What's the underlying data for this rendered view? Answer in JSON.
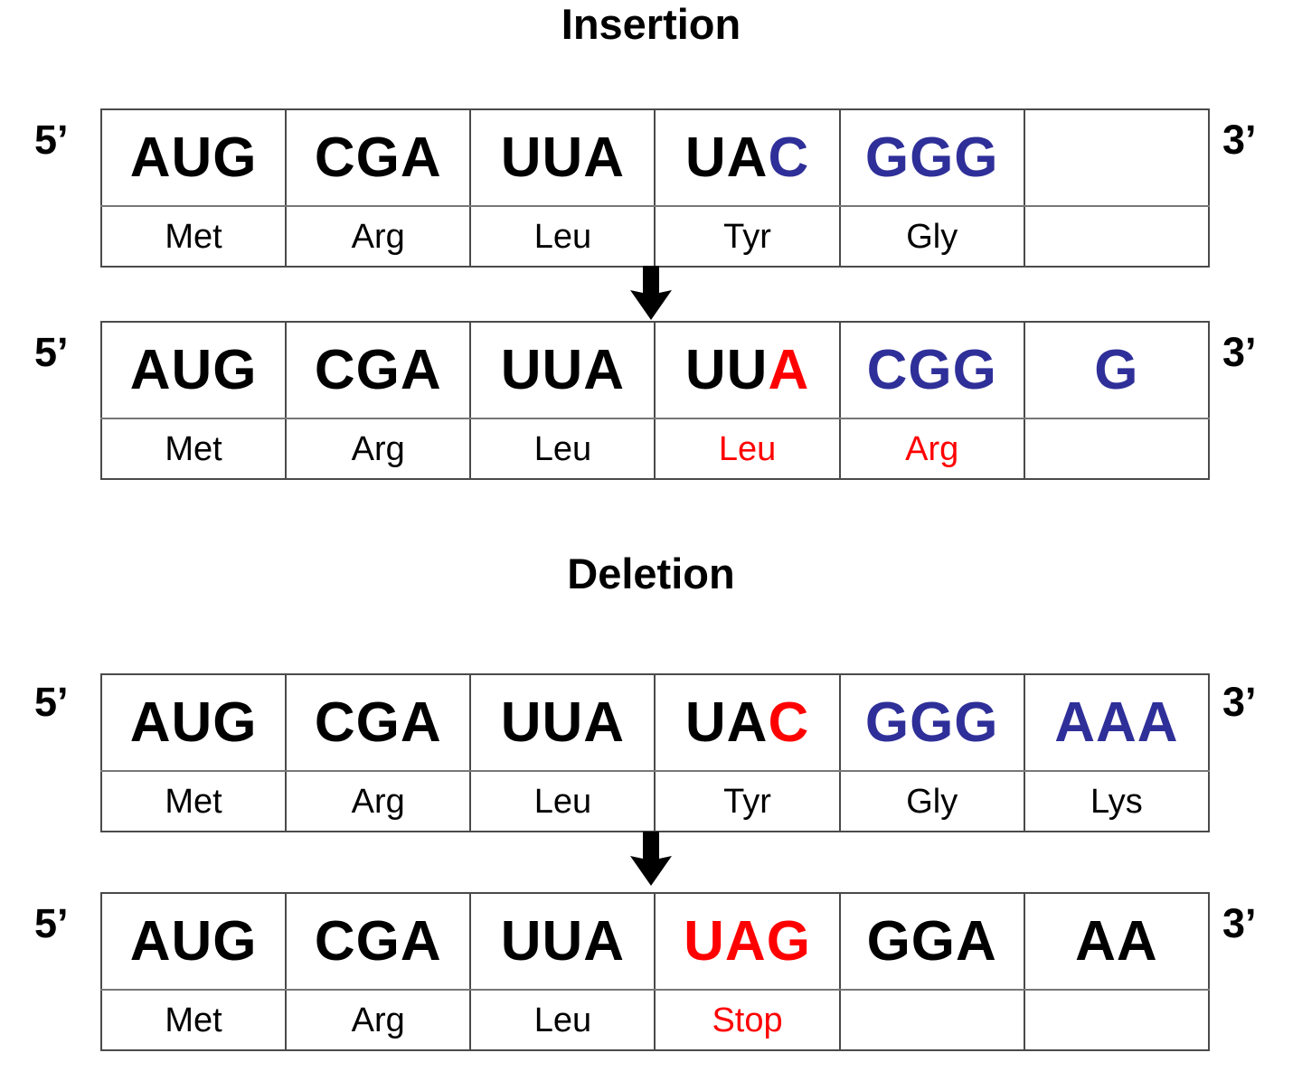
{
  "figure": {
    "sections": [
      {
        "id": "insertion",
        "title": "Insertion",
        "arrow_icon": "down-arrow-icon",
        "before": {
          "five_prime_label": "5’",
          "three_prime_label": "3’",
          "codons": [
            {
              "segments": [
                {
                  "text": "AUG",
                  "color": "black"
                }
              ],
              "amino_acid": "Met",
              "amino_acid_color": "black"
            },
            {
              "segments": [
                {
                  "text": "CGA",
                  "color": "black"
                }
              ],
              "amino_acid": "Arg",
              "amino_acid_color": "black"
            },
            {
              "segments": [
                {
                  "text": "UUA",
                  "color": "black"
                }
              ],
              "amino_acid": "Leu",
              "amino_acid_color": "black"
            },
            {
              "segments": [
                {
                  "text": "UA",
                  "color": "black"
                },
                {
                  "text": "C",
                  "color": "blue"
                }
              ],
              "amino_acid": "Tyr",
              "amino_acid_color": "black"
            },
            {
              "segments": [
                {
                  "text": "GGG",
                  "color": "blue"
                }
              ],
              "amino_acid": "Gly",
              "amino_acid_color": "black"
            },
            {
              "segments": [],
              "amino_acid": "",
              "amino_acid_color": "black"
            }
          ]
        },
        "after": {
          "five_prime_label": "5’",
          "three_prime_label": "3’",
          "codons": [
            {
              "segments": [
                {
                  "text": "AUG",
                  "color": "black"
                }
              ],
              "amino_acid": "Met",
              "amino_acid_color": "black"
            },
            {
              "segments": [
                {
                  "text": "CGA",
                  "color": "black"
                }
              ],
              "amino_acid": "Arg",
              "amino_acid_color": "black"
            },
            {
              "segments": [
                {
                  "text": "UUA",
                  "color": "black"
                }
              ],
              "amino_acid": "Leu",
              "amino_acid_color": "black"
            },
            {
              "segments": [
                {
                  "text": "UU",
                  "color": "black"
                },
                {
                  "text": "A",
                  "color": "red"
                }
              ],
              "amino_acid": "Leu",
              "amino_acid_color": "red"
            },
            {
              "segments": [
                {
                  "text": "CGG",
                  "color": "blue"
                }
              ],
              "amino_acid": "Arg",
              "amino_acid_color": "red"
            },
            {
              "segments": [
                {
                  "text": "G",
                  "color": "blue"
                }
              ],
              "amino_acid": "",
              "amino_acid_color": "black"
            }
          ]
        }
      },
      {
        "id": "deletion",
        "title": "Deletion",
        "arrow_icon": "down-arrow-icon",
        "before": {
          "five_prime_label": "5’",
          "three_prime_label": "3’",
          "codons": [
            {
              "segments": [
                {
                  "text": "AUG",
                  "color": "black"
                }
              ],
              "amino_acid": "Met",
              "amino_acid_color": "black"
            },
            {
              "segments": [
                {
                  "text": "CGA",
                  "color": "black"
                }
              ],
              "amino_acid": "Arg",
              "amino_acid_color": "black"
            },
            {
              "segments": [
                {
                  "text": "UUA",
                  "color": "black"
                }
              ],
              "amino_acid": "Leu",
              "amino_acid_color": "black"
            },
            {
              "segments": [
                {
                  "text": "UA",
                  "color": "black"
                },
                {
                  "text": "C",
                  "color": "red"
                }
              ],
              "amino_acid": "Tyr",
              "amino_acid_color": "black"
            },
            {
              "segments": [
                {
                  "text": "GGG",
                  "color": "blue"
                }
              ],
              "amino_acid": "Gly",
              "amino_acid_color": "black"
            },
            {
              "segments": [
                {
                  "text": "AAA",
                  "color": "blue"
                }
              ],
              "amino_acid": "Lys",
              "amino_acid_color": "black"
            }
          ]
        },
        "after": {
          "five_prime_label": "5’",
          "three_prime_label": "3’",
          "codons": [
            {
              "segments": [
                {
                  "text": "AUG",
                  "color": "black"
                }
              ],
              "amino_acid": "Met",
              "amino_acid_color": "black"
            },
            {
              "segments": [
                {
                  "text": "CGA",
                  "color": "black"
                }
              ],
              "amino_acid": "Arg",
              "amino_acid_color": "black"
            },
            {
              "segments": [
                {
                  "text": "UUA",
                  "color": "black"
                }
              ],
              "amino_acid": "Leu",
              "amino_acid_color": "black"
            },
            {
              "segments": [
                {
                  "text": "UAG",
                  "color": "red"
                }
              ],
              "amino_acid": "Stop",
              "amino_acid_color": "red"
            },
            {
              "segments": [
                {
                  "text": "GGA",
                  "color": "black"
                }
              ],
              "amino_acid": "",
              "amino_acid_color": "black"
            },
            {
              "segments": [
                {
                  "text": "AA",
                  "color": "black"
                }
              ],
              "amino_acid": "",
              "amino_acid_color": "black"
            }
          ]
        }
      }
    ],
    "colors": {
      "black": "#000000",
      "blue": "#2f2f99",
      "red": "#ff0000",
      "border": "#4a4a4a",
      "background": "#ffffff"
    }
  }
}
